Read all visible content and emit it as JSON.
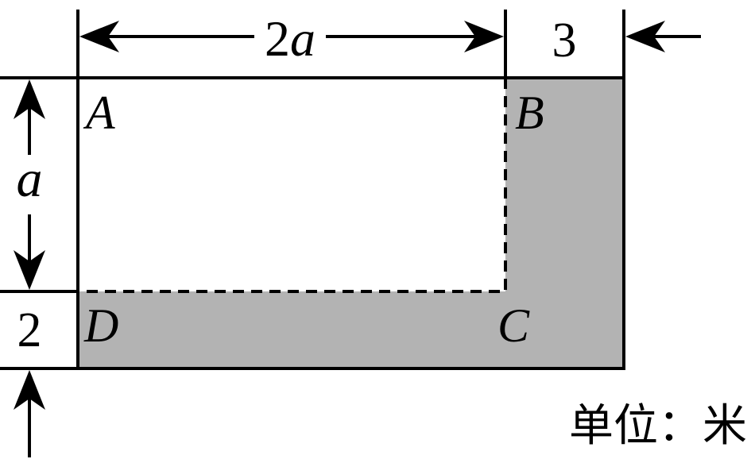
{
  "figure": {
    "dims": {
      "width_coef": "2",
      "width_var": "a",
      "extra_right": "3",
      "height_var": "a",
      "extra_bottom": "2"
    },
    "vertices": {
      "A": "A",
      "B": "B",
      "C": "C",
      "D": "D"
    },
    "unit_label": "单位：米",
    "colors": {
      "shaded": "#b3b3b3",
      "stroke": "#000000"
    }
  }
}
